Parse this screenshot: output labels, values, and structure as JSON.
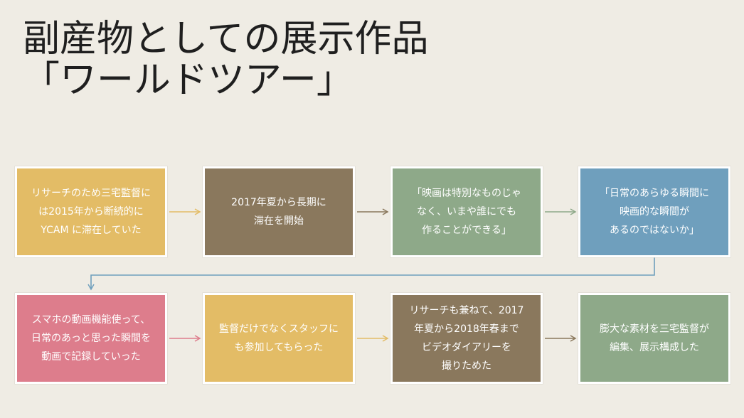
{
  "title": {
    "line1": "副産物としての展示作品",
    "line2": "「ワールドツアー」"
  },
  "colors": {
    "background": "#efece4",
    "yellow": "#e3bc66",
    "brown": "#8a785d",
    "green": "#8ea989",
    "blue": "#6f9fbd",
    "pink": "#dd7d8c",
    "arrow_yellow": "#e3bc66",
    "arrow_brown": "#8a785d",
    "arrow_green": "#8ea989",
    "arrow_blue": "#6f9fbd",
    "arrow_pink": "#dd7d8c"
  },
  "steps": [
    {
      "lines": [
        "リサーチのため三宅監督に",
        "は2015年から断続的に",
        "YCAM に滞在していた"
      ],
      "color": "#e3bc66"
    },
    {
      "lines": [
        "2017年夏から長期に",
        "滞在を開始"
      ],
      "color": "#8a785d"
    },
    {
      "lines": [
        "「映画は特別なものじゃ",
        "なく、いまや誰にでも",
        "作ることができる」"
      ],
      "color": "#8ea989"
    },
    {
      "lines": [
        "「日常のあらゆる瞬間に",
        "映画的な瞬間が",
        "あるのではないか」"
      ],
      "color": "#6f9fbd"
    },
    {
      "lines": [
        "スマホの動画機能使って、",
        "日常のあっと思った瞬間を",
        "動画で記録していった"
      ],
      "color": "#dd7d8c"
    },
    {
      "lines": [
        "監督だけでなくスタッフに",
        "も参加してもらった"
      ],
      "color": "#e3bc66"
    },
    {
      "lines": [
        "リサーチも兼ねて、2017",
        "年夏から2018年春まで",
        "ビデオダイアリーを",
        "撮りためた"
      ],
      "color": "#8a785d"
    },
    {
      "lines": [
        "膨大な素材を三宅監督が",
        "編集、展示構成した"
      ],
      "color": "#8ea989"
    }
  ]
}
